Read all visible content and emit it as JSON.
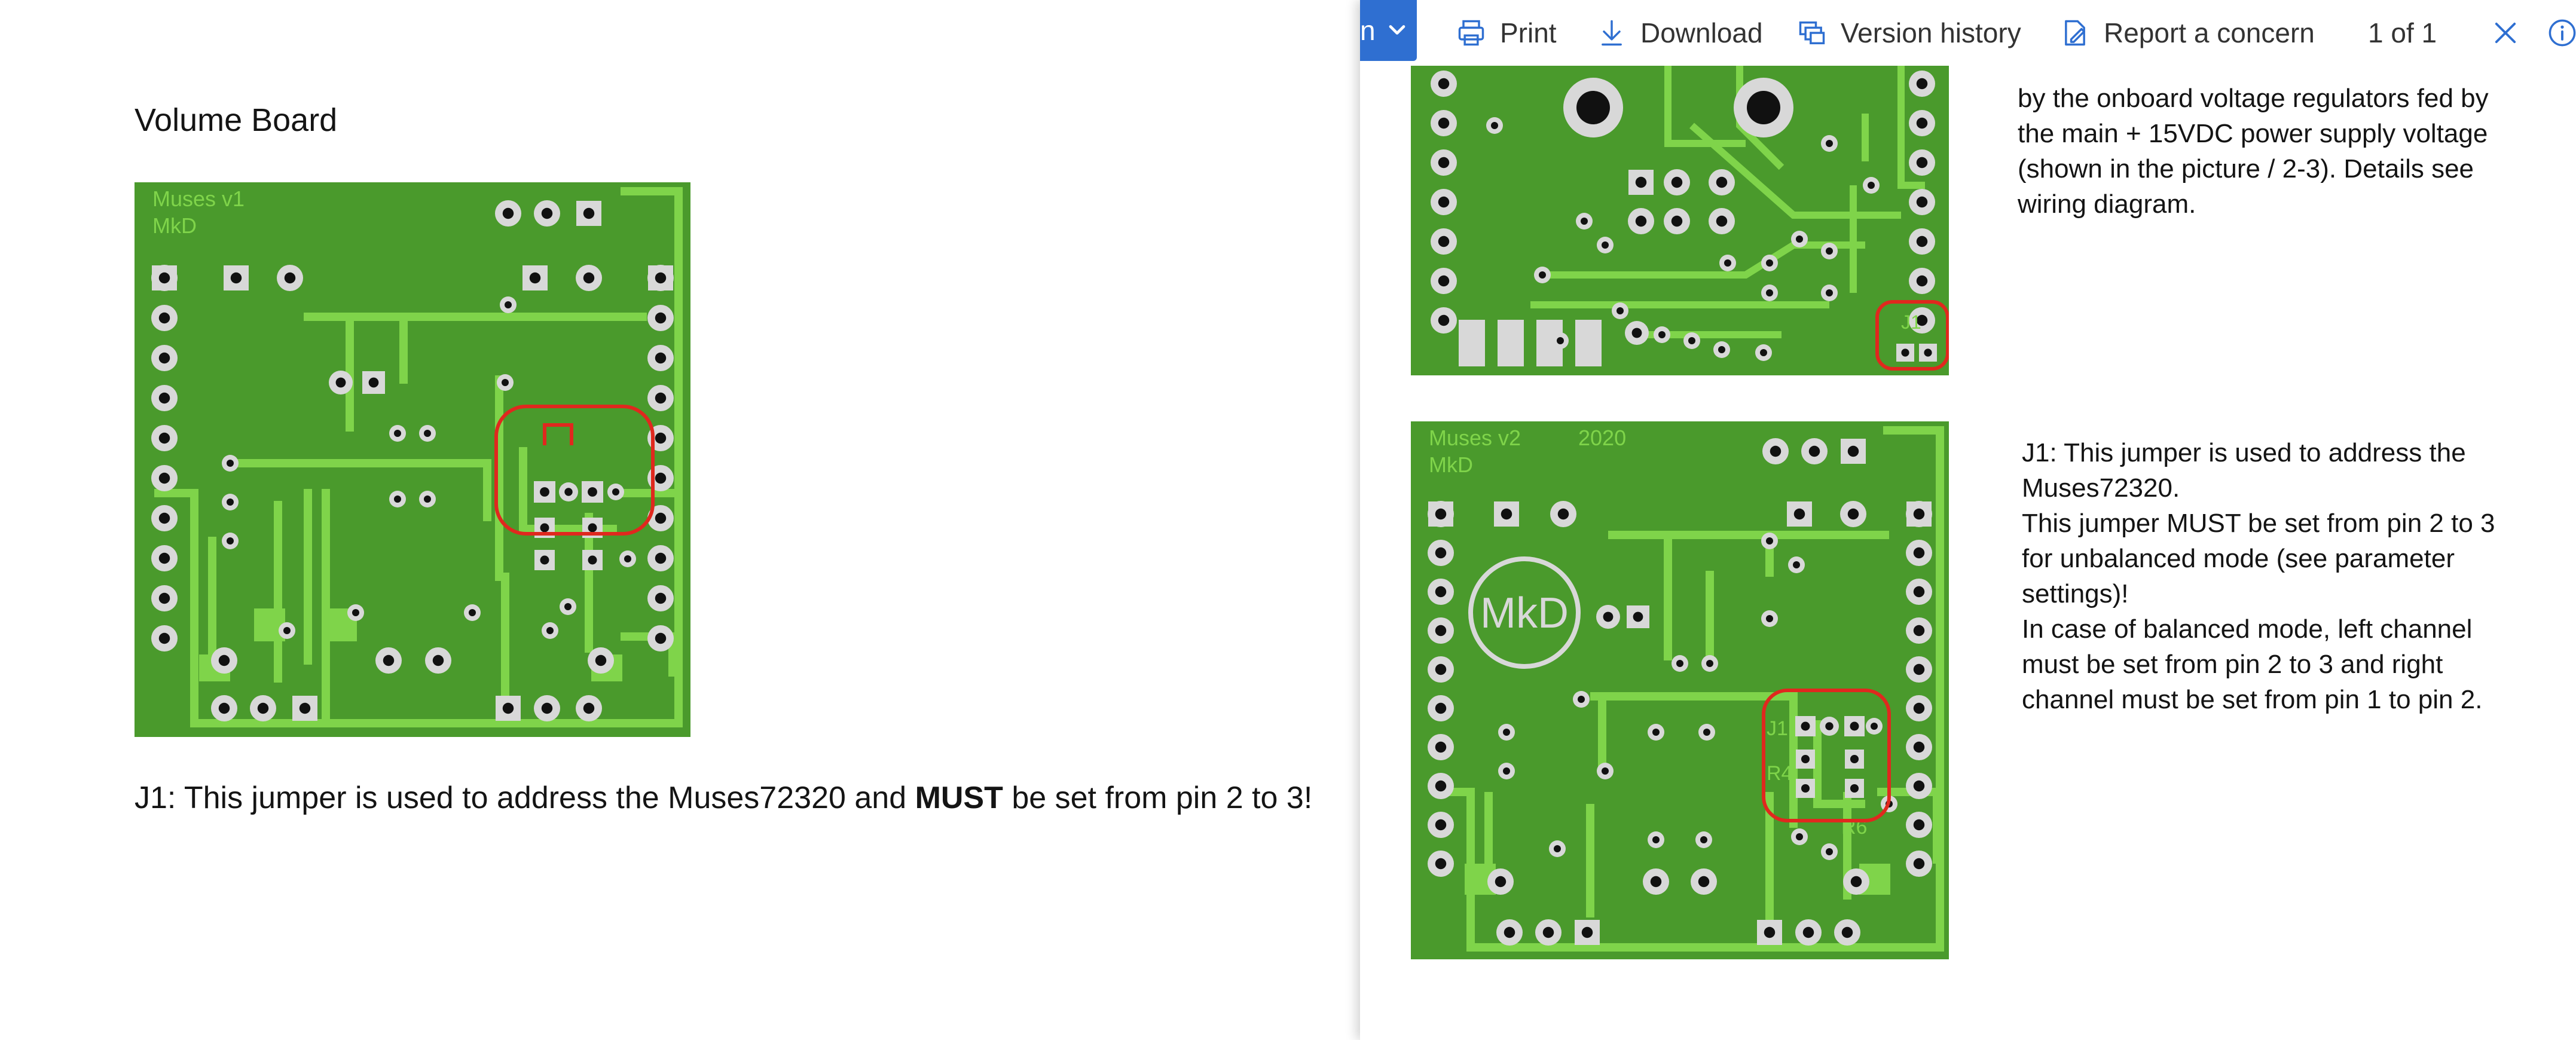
{
  "left_document": {
    "heading": "Volume Board",
    "caption_prefix": "J1: This jumper is used to address the Muses72320 and ",
    "caption_bold": "MUST",
    "caption_suffix": " be set from pin 2 to 3!",
    "board_v1": {
      "label_line1": "Muses v1",
      "label_line2": "MkD"
    }
  },
  "toolbar": {
    "open_button_fragment": "n",
    "print_label": "Print",
    "download_label": "Download",
    "version_history_label": "Version history",
    "report_label": "Report a concern",
    "page_count": "1 of 1",
    "icons": [
      "chevron-down-icon",
      "printer-icon",
      "download-icon",
      "version-history-icon",
      "report-icon",
      "close-icon",
      "info-icon"
    ]
  },
  "right_document": {
    "top_paragraph_lines": [
      "by the onboard voltage regulators fed by",
      "the main + 15VDC power supply voltage",
      "(shown in the picture / 2-3). Details see",
      "wiring diagram."
    ],
    "jumper_paragraph_lines": [
      "J1: This jumper is used to address the",
      "Muses72320.",
      "This jumper MUST be set from pin 2 to 3",
      "for unbalanced mode (see parameter",
      "settings)!",
      "In case of balanced mode, left channel",
      "must be set from pin 2 to 3 and right",
      "channel must be set from pin 1 to pin 2."
    ],
    "board_top": {
      "jumper_label": "J1"
    },
    "board_v2": {
      "label_line1": "Muses v2",
      "label_year": "2020",
      "label_line2": "MkD",
      "logo_text": "MkD",
      "j1_label": "J1",
      "r4_label": "R4",
      "r6_label": "R6"
    }
  },
  "colors": {
    "pcb_green": "#4a9a2c",
    "trace_green": "#7fd44a",
    "pad_silver": "#d8d8d8",
    "highlight_red": "#e0281e",
    "accent_blue": "#2f6fd1"
  }
}
